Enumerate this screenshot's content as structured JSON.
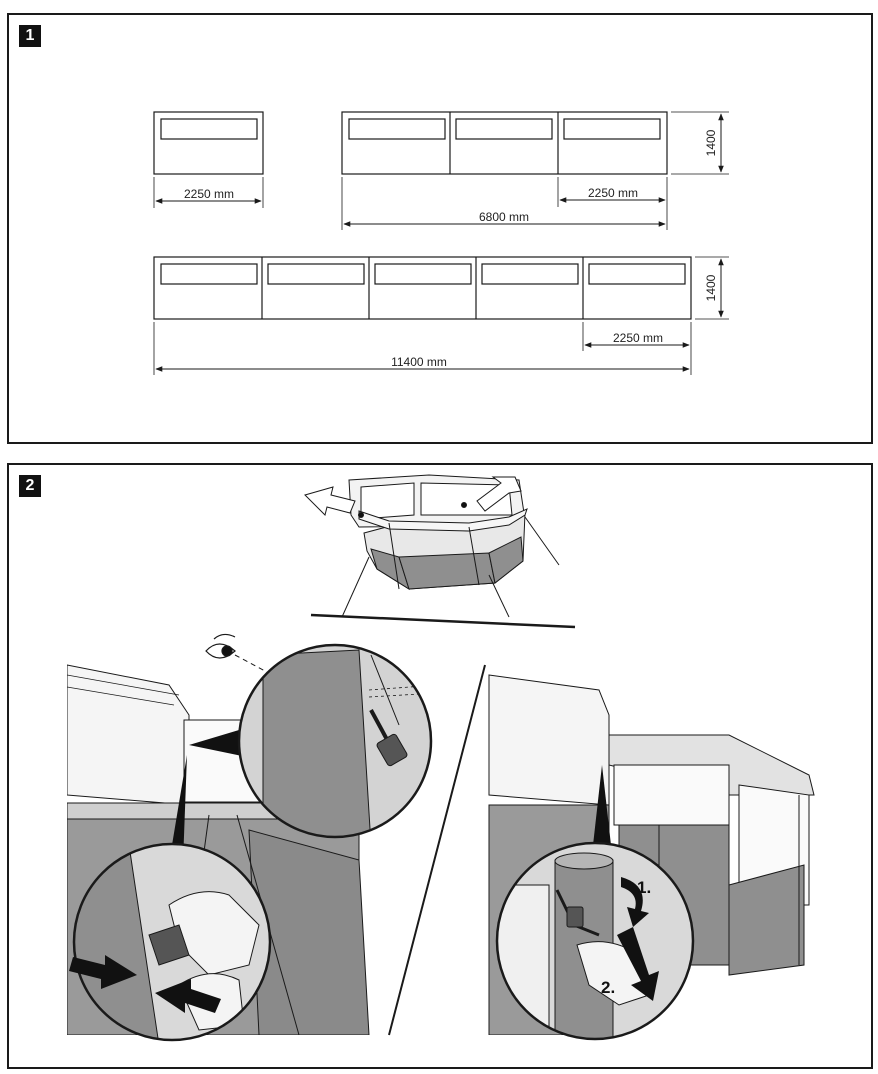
{
  "panel1": {
    "step": "1",
    "labels": {
      "width_single": "2250 mm",
      "width_top_unit": "2250 mm",
      "width_total_3": "6800 mm",
      "height_top": "1400",
      "width_bottom_unit": "2250 mm",
      "width_total_5": "11400 mm",
      "height_bottom": "1400"
    }
  },
  "panel2": {
    "step": "2",
    "callouts": {
      "step_one": "1.",
      "step_two": "2."
    }
  },
  "colors": {
    "line": "#1a1a1a",
    "wall_fill": "#8f8f8f",
    "light_fill": "#d6d6d6",
    "frame_fill": "#e4e4e4",
    "badge": "#111111"
  }
}
